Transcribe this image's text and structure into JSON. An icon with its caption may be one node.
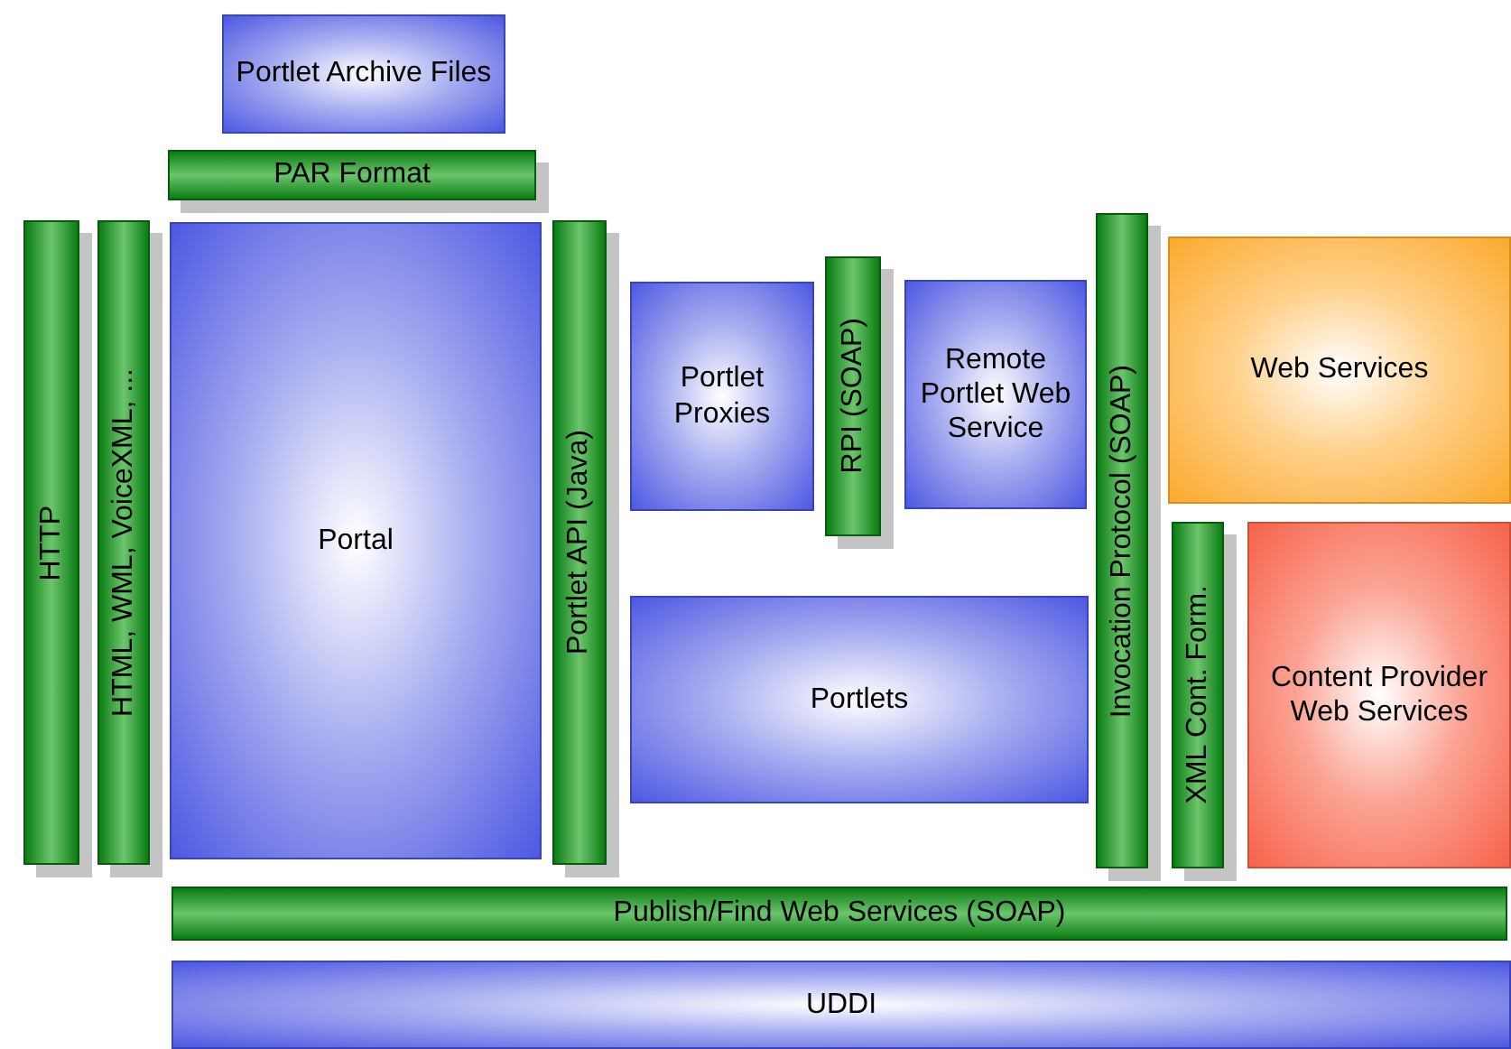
{
  "diagram": {
    "nodes": [
      {
        "text": [
          "Portlet Archive Files"
        ]
      },
      {
        "text": [
          "PAR Format"
        ]
      },
      {
        "text": [
          "HTTP"
        ]
      },
      {
        "text": [
          "HTML, WML, VoiceXML, ..."
        ]
      },
      {
        "text": [
          "Portal"
        ]
      },
      {
        "text": [
          "Portlet API (Java)"
        ]
      },
      {
        "text": [
          "Portlet Proxies"
        ]
      },
      {
        "text": [
          "RPI (SOAP)"
        ]
      },
      {
        "text": [
          "Remote Portlet Web Service"
        ]
      },
      {
        "text": [
          "Invocation Protocol (SOAP)"
        ]
      },
      {
        "text": [
          "Web Services"
        ]
      },
      {
        "text": [
          "XML Cont. Form."
        ]
      },
      {
        "text": [
          "Content Provider Web Services"
        ]
      },
      {
        "text": [
          "Portlets"
        ]
      },
      {
        "text": [
          "Publish/Find Web Services (SOAP)"
        ]
      },
      {
        "text": [
          "UDDI"
        ]
      }
    ]
  }
}
